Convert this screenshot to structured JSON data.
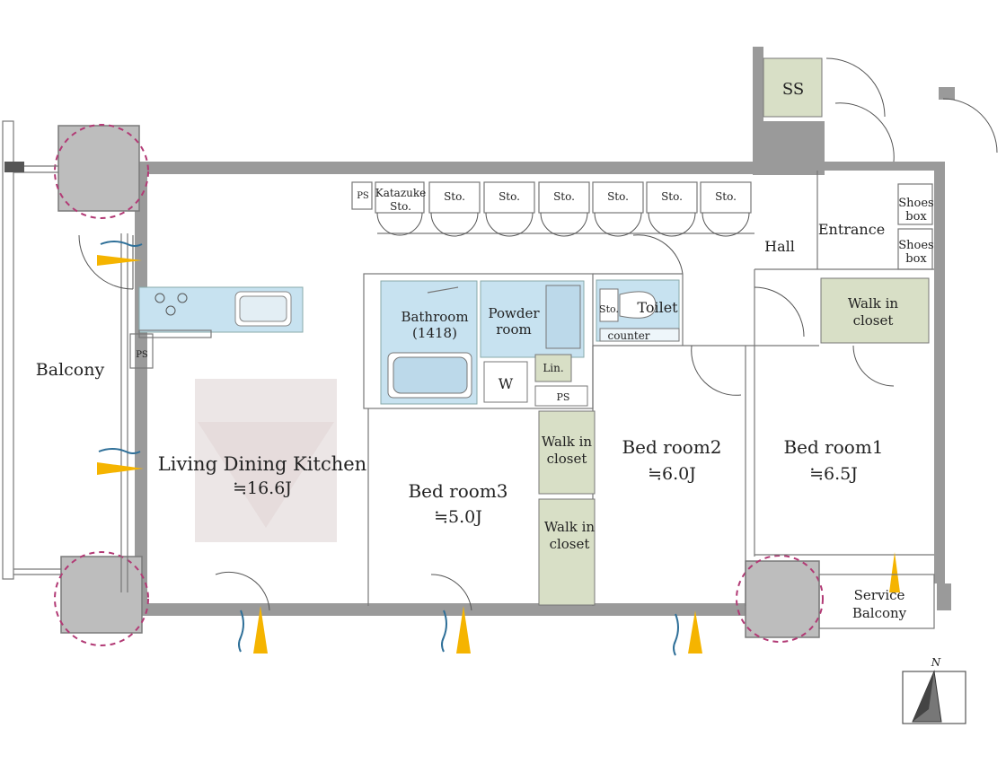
{
  "rooms": {
    "balcony": "Balcony",
    "ldk": "Living Dining Kitchen",
    "ldk_area": "≒16.6J",
    "bedroom3": "Bed room3",
    "bedroom3_area": "≒5.0J",
    "bedroom2": "Bed room2",
    "bedroom2_area": "≒6.0J",
    "bedroom1": "Bed room1",
    "bedroom1_area": "≒6.5J",
    "bathroom": "Bathroom",
    "bathroom_size": "(1418)",
    "powder_line1": "Powder",
    "powder_line2": "room",
    "toilet": "Toilet",
    "counter": "counter",
    "hall": "Hall",
    "entrance": "Entrance",
    "ss": "SS",
    "service_line1": "Service",
    "service_line2": "Balcony"
  },
  "storage": {
    "ps": "PS",
    "katazuke_line1": "Katazuke",
    "katazuke_line2": "Sto.",
    "sto": "Sto.",
    "shoes_line1": "Shoes",
    "shoes_line2": "box",
    "walkin_line1": "Walk in",
    "walkin_line2": "closet",
    "lin": "Lin.",
    "washer": "W"
  },
  "compass": {
    "north": "N"
  },
  "colors": {
    "closet": "#d8dfc6",
    "wet_area": "#c7e2f0",
    "structure_circle": "#b23a75",
    "wind_arrow": "#f5b400"
  }
}
